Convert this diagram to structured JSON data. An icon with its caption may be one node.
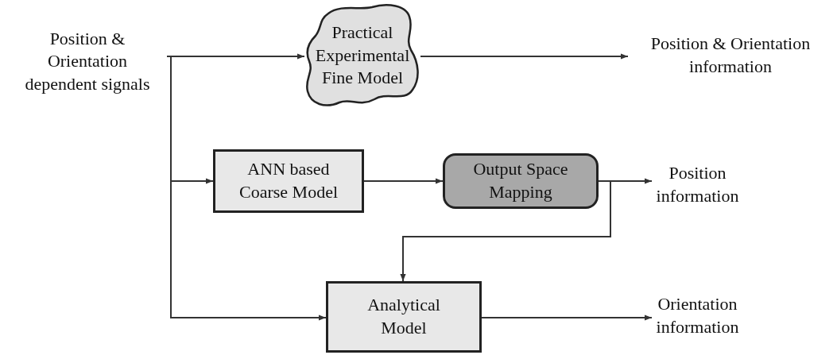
{
  "diagram": {
    "nodes": [
      {
        "text": [
          "Position & Orientation dependent signals"
        ]
      },
      {
        "text": [
          "Practical Experimental Fine Model"
        ]
      },
      {
        "text": [
          "Position & Orientation information"
        ]
      },
      {
        "text": [
          "ANN based Coarse Model"
        ]
      },
      {
        "text": [
          "Output Space Mapping"
        ]
      },
      {
        "text": [
          "Position information"
        ]
      },
      {
        "text": [
          "Analytical Model"
        ]
      },
      {
        "text": [
          "Orientation information"
        ]
      }
    ],
    "edges": [
      {
        "from": 0,
        "to": 1,
        "arrow": "to"
      },
      {
        "from": 1,
        "to": 2,
        "arrow": "to"
      },
      {
        "from": 0,
        "to": 3,
        "arrow": "to"
      },
      {
        "from": 0,
        "to": 6,
        "arrow": "to"
      },
      {
        "from": 3,
        "to": 4,
        "arrow": "to"
      },
      {
        "from": 4,
        "to": 5,
        "arrow": "to"
      },
      {
        "from": 4,
        "to": 6,
        "arrow": "to"
      },
      {
        "from": 6,
        "to": 7,
        "arrow": "to"
      }
    ]
  }
}
